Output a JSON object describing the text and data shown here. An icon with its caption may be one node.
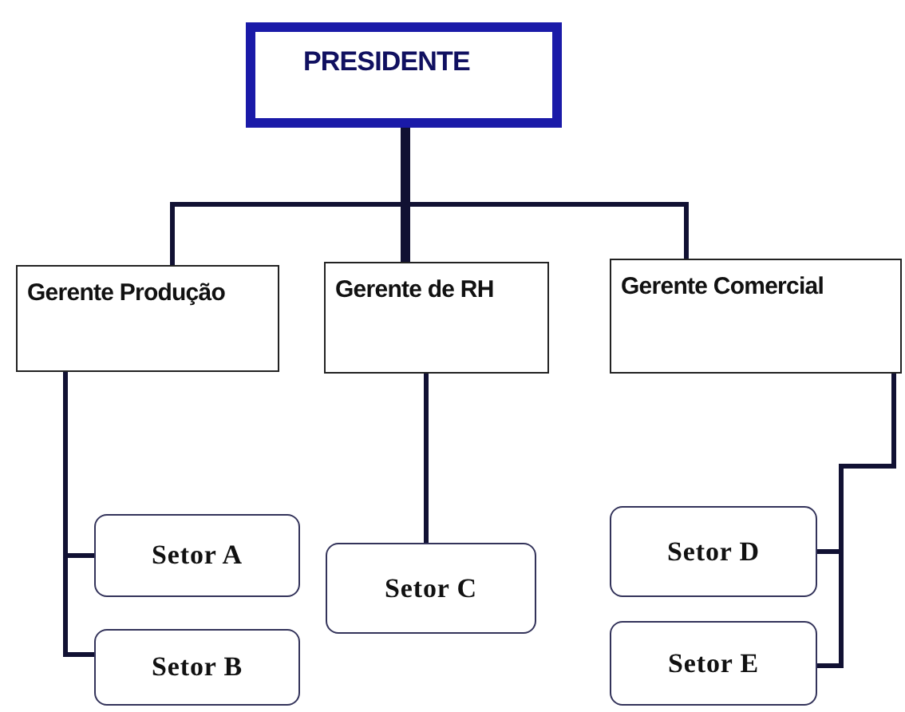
{
  "diagram": {
    "nodes": [
      {
        "text": [
          "PRESIDENTE"
        ]
      },
      {
        "text": [
          "Gerente Produção"
        ]
      },
      {
        "text": [
          "Gerente de RH"
        ]
      },
      {
        "text": [
          "Gerente Comercial"
        ]
      },
      {
        "text": [
          "Setor A"
        ]
      },
      {
        "text": [
          "Setor B"
        ]
      },
      {
        "text": [
          "Setor C"
        ]
      },
      {
        "text": [
          "Setor D"
        ]
      },
      {
        "text": [
          "Setor E"
        ]
      }
    ],
    "edges": [
      {
        "from": 0,
        "to": 1,
        "arrow": "none"
      },
      {
        "from": 0,
        "to": 2,
        "arrow": "none",
        "style": "thick"
      },
      {
        "from": 0,
        "to": 3,
        "arrow": "none"
      },
      {
        "from": 1,
        "to": 4,
        "arrow": "none"
      },
      {
        "from": 1,
        "to": 5,
        "arrow": "none"
      },
      {
        "from": 2,
        "to": 6,
        "arrow": "none"
      },
      {
        "from": 3,
        "to": 7,
        "arrow": "none"
      },
      {
        "from": 3,
        "to": 8,
        "arrow": "none"
      }
    ]
  }
}
